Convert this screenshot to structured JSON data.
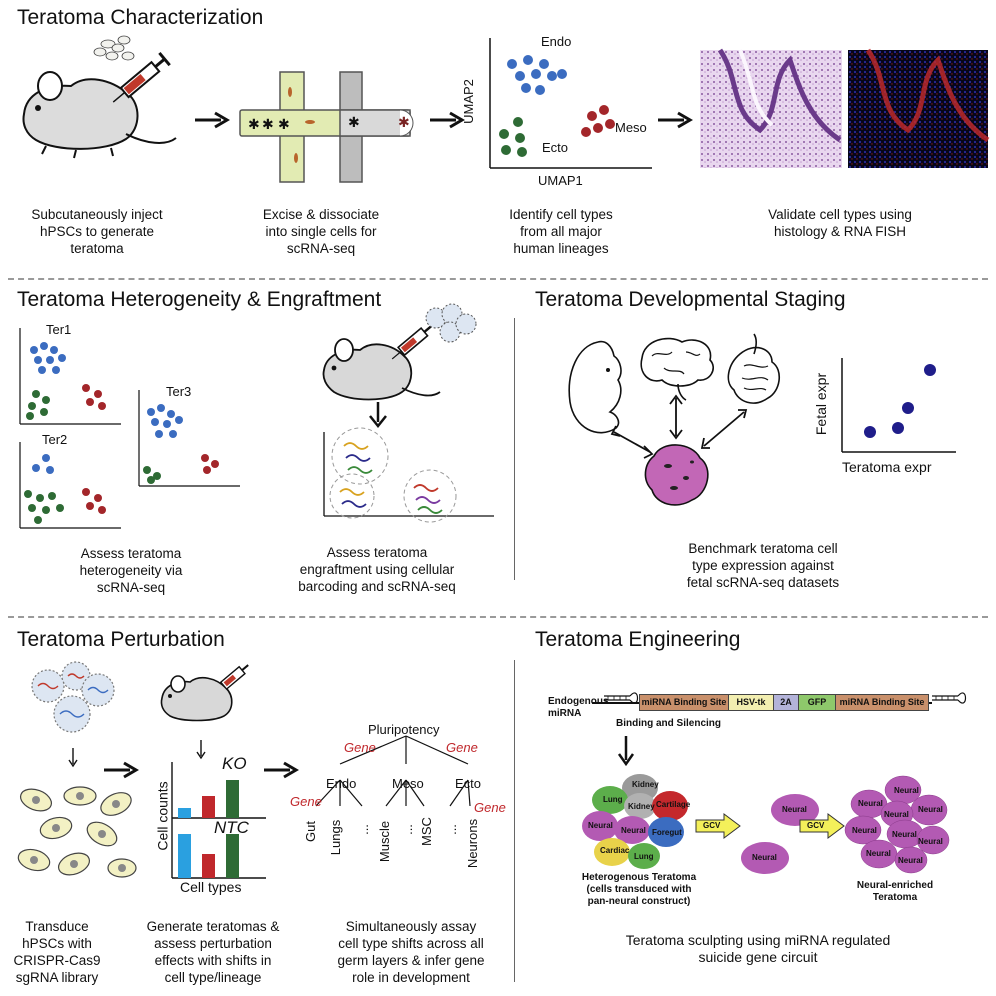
{
  "sections": {
    "characterization": {
      "title": "Teratoma Characterization",
      "captions": [
        "Subcutaneously inject\nhPSCs to generate\nteratoma",
        "Excise & dissociate\ninto single cells for\nscRNA-seq",
        "Identify cell types\nfrom all major\nhuman lineages",
        "Validate cell types using\nhistology & RNA FISH"
      ],
      "umap": {
        "x_label": "UMAP1",
        "y_label": "UMAP2",
        "clusters": [
          "Endo",
          "Meso",
          "Ecto"
        ]
      }
    },
    "heterogeneity": {
      "title": "Teratoma Heterogeneity & Engraftment",
      "plots": [
        "Ter1",
        "Ter2",
        "Ter3"
      ],
      "captions": [
        "Assess teratoma\nheterogeneity via\nscRNA-seq",
        "Assess teratoma\nengraftment using cellular\nbarcoding and scRNA-seq"
      ]
    },
    "staging": {
      "title": "Teratoma Developmental Staging",
      "y_label": "Fetal expr",
      "x_label": "Teratoma expr",
      "caption": "Benchmark teratoma cell\ntype expression against\nfetal scRNA-seq datasets"
    },
    "perturbation": {
      "title": "Teratoma Perturbation",
      "chart": {
        "y_label": "Cell counts",
        "x_label": "Cell types",
        "top": "KO",
        "bottom": "NTC"
      },
      "tree": {
        "root": "Pluripotency",
        "gene": "Gene",
        "branches": [
          "Endo",
          "Meso",
          "Ecto"
        ],
        "leaves": [
          "Gut",
          "Lungs",
          "...",
          "Muscle",
          "...",
          "MSC",
          "...",
          "Neurons"
        ]
      },
      "captions": [
        "Transduce\nhPSCs with\nCRISPR-Cas9\nsgRNA library",
        "Generate teratomas &\nassess perturbation\neffects with shifts in\ncell type/lineage",
        "Simultaneously assay\ncell type shifts across all\ngerm layers & infer gene\nrole in development"
      ]
    },
    "engineering": {
      "title": "Teratoma Engineering",
      "construct": {
        "mirna": "Endogenous\nmiRNA",
        "binding": "Binding and Silencing",
        "segments": [
          "miRNA Binding Site",
          "HSV-tk",
          "2A",
          "GFP",
          "miRNA Binding Site"
        ]
      },
      "tissues": [
        "Kidney",
        "Lung",
        "Kidney",
        "Cartilage",
        "Neural",
        "Neural",
        "Foregut",
        "Cardiac",
        "Lung"
      ],
      "drug": "GCV",
      "neural": "Neural",
      "hetero_label": "Heterogenous Teratoma\n(cells transduced with\npan-neural construct)",
      "enriched_label": "Neural-enriched\nTeratoma",
      "caption": "Teratoma sculpting using miRNA regulated\nsuicide gene circuit"
    }
  },
  "colors": {
    "blue": "#3b6cc0",
    "green": "#2e6b35",
    "red": "#a3262a",
    "purple": "#b35ab3",
    "navy": "#1f1d8a"
  }
}
